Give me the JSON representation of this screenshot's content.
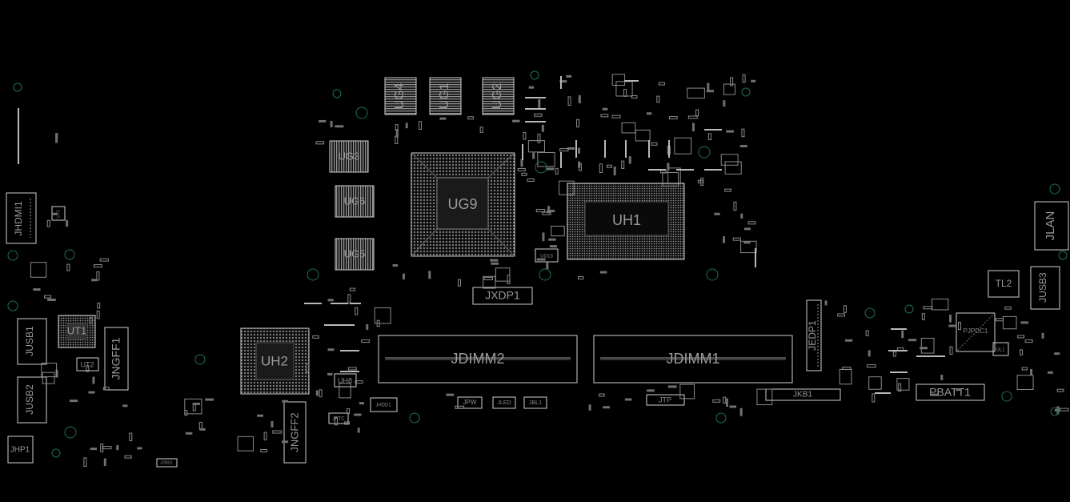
{
  "colors": {
    "background": "#000000",
    "outline": "#cfcfcf",
    "label": "#9a9a9a",
    "mounting_hole": "#1f6f5f"
  },
  "labels": {
    "ug4": "UG4",
    "ug1": "UG1",
    "ug2": "UG2",
    "ug3": "UG3",
    "ug6": "UG6",
    "ug5": "UG5",
    "ug9": "UG9",
    "uh1": "UH1",
    "ug13": "UG13",
    "jxdp1": "JXDP1",
    "jhdmi1": "JHDMI1",
    "ut3": "UT3",
    "ut1": "UT1",
    "jusb1": "JUSB1",
    "jusb2": "JUSB2",
    "ut2": "UT2",
    "jngff1": "JNGFF1",
    "jhp1": "JHP1",
    "uh2": "UH2",
    "uh8": "UH8",
    "jngff2": "JNGFF2",
    "jrtc": "JRTC",
    "jhdd1": "JHDD1",
    "jobs1": "JOBS1",
    "jdimm2": "JDIMM2",
    "jdimm1": "JDIMM1",
    "jpw": "JPW",
    "jled": "JLED",
    "jbl1": "JBL1",
    "jtp": "JTP",
    "jedp1": "JEDP1",
    "jkb1": "JKB1",
    "tl2": "TL2",
    "jlan": "JLAN",
    "jusb3": "JUSB3",
    "pjpdc1": "PJPDC1",
    "ul1": "UL1",
    "pbatt1": "PBATT1"
  }
}
